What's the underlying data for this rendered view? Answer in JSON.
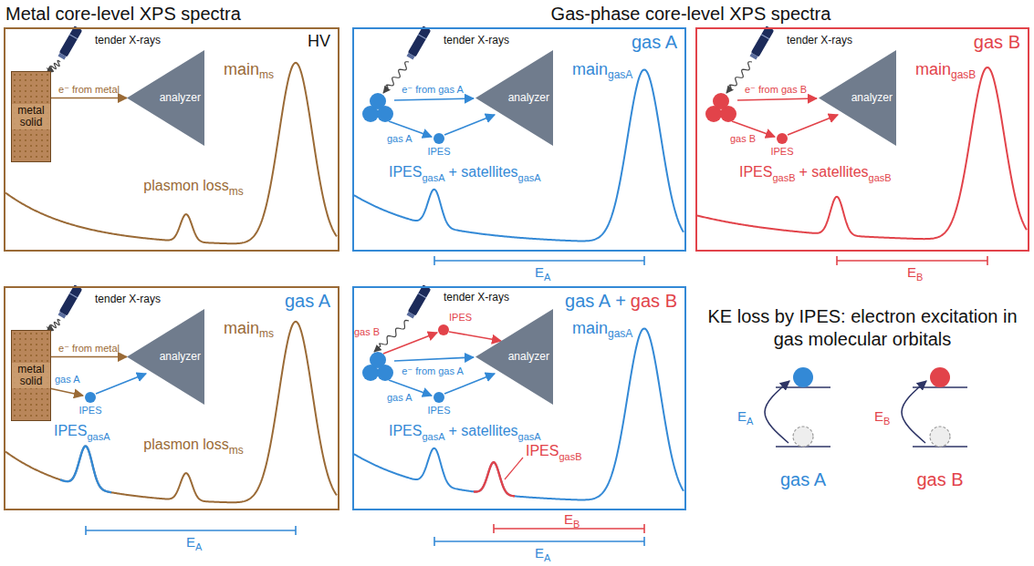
{
  "diagram": {
    "nodes": [
      {
        "text": [
          "HV"
        ]
      },
      {
        "text": [
          "metal solid"
        ],
        "in": 0
      },
      {
        "text": [
          "analyzer"
        ],
        "in": 0
      },
      {
        "text": [
          "gas A"
        ]
      },
      {
        "text": [
          "analyzer"
        ],
        "in": 3
      },
      {
        "text": [
          "gas B"
        ]
      },
      {
        "text": [
          "analyzer"
        ],
        "in": 5
      },
      {
        "text": [
          "gas A"
        ]
      },
      {
        "text": [
          "metal solid"
        ],
        "in": 7
      },
      {
        "text": [
          "analyzer"
        ],
        "in": 7
      },
      {
        "text": [
          "gas A",
          "+",
          "gas B"
        ]
      },
      {
        "text": [
          "analyzer"
        ],
        "in": 10
      }
    ],
    "edges": [
      {
        "from": 1,
        "to": 2,
        "arrow": "to",
        "label": "e⁻ from metal"
      },
      {
        "from": 8,
        "to": 9,
        "arrow": "to",
        "label": "e⁻ from metal"
      }
    ],
    "labels": [
      "Metal core-level XPS spectra",
      "Gas-phase core-level XPS spectra",
      "tender X-rays",
      "main",
      "ms",
      "plasmon loss",
      "ms",
      "tender X-rays",
      "e⁻ from gas A",
      "gas A",
      "IPES",
      "main",
      "gasA",
      "IPES",
      "gasA",
      "+ satellites",
      "gasA",
      "E",
      "A",
      "tender X-rays",
      "e⁻ from gas B",
      "gas B",
      "IPES",
      "main",
      "gasB",
      "IPES",
      "gasB",
      "+ satellites",
      "gasB",
      "E",
      "B",
      "tender X-rays",
      "gas A",
      "IPES",
      "IPES",
      "gasA",
      "plasmon loss",
      "ms",
      "main",
      "ms",
      "E",
      "A",
      "tender X-rays",
      "IPES",
      "gas B",
      "e⁻ from gas A",
      "gas A",
      "IPES",
      "IPES",
      "gasA",
      "+ satellites",
      "gasA",
      "IPES",
      "gasB",
      "main",
      "gasA",
      "E",
      "B",
      "E",
      "A",
      "KE loss by IPES: electron excitation in gas molecular orbitals",
      "E",
      "A",
      "E",
      "B",
      "gas A",
      "gas B"
    ]
  }
}
